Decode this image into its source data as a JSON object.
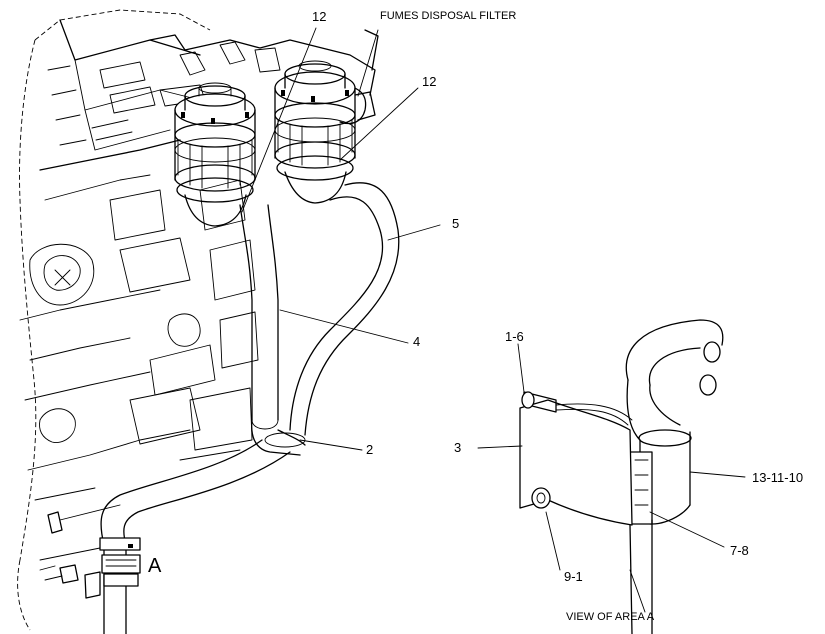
{
  "title": "FUMES DISPOSAL FILTER",
  "callouts": {
    "c12_top": "12",
    "c12_right": "12",
    "c5": "5",
    "c4": "4",
    "c2": "2",
    "c1_6": "1-6",
    "c3": "3",
    "c13_11_10": "13-11-10",
    "c7_8": "7-8",
    "c9_1": "9-1",
    "area_marker": "A"
  },
  "view_caption": "VIEW OF AREA  A"
}
